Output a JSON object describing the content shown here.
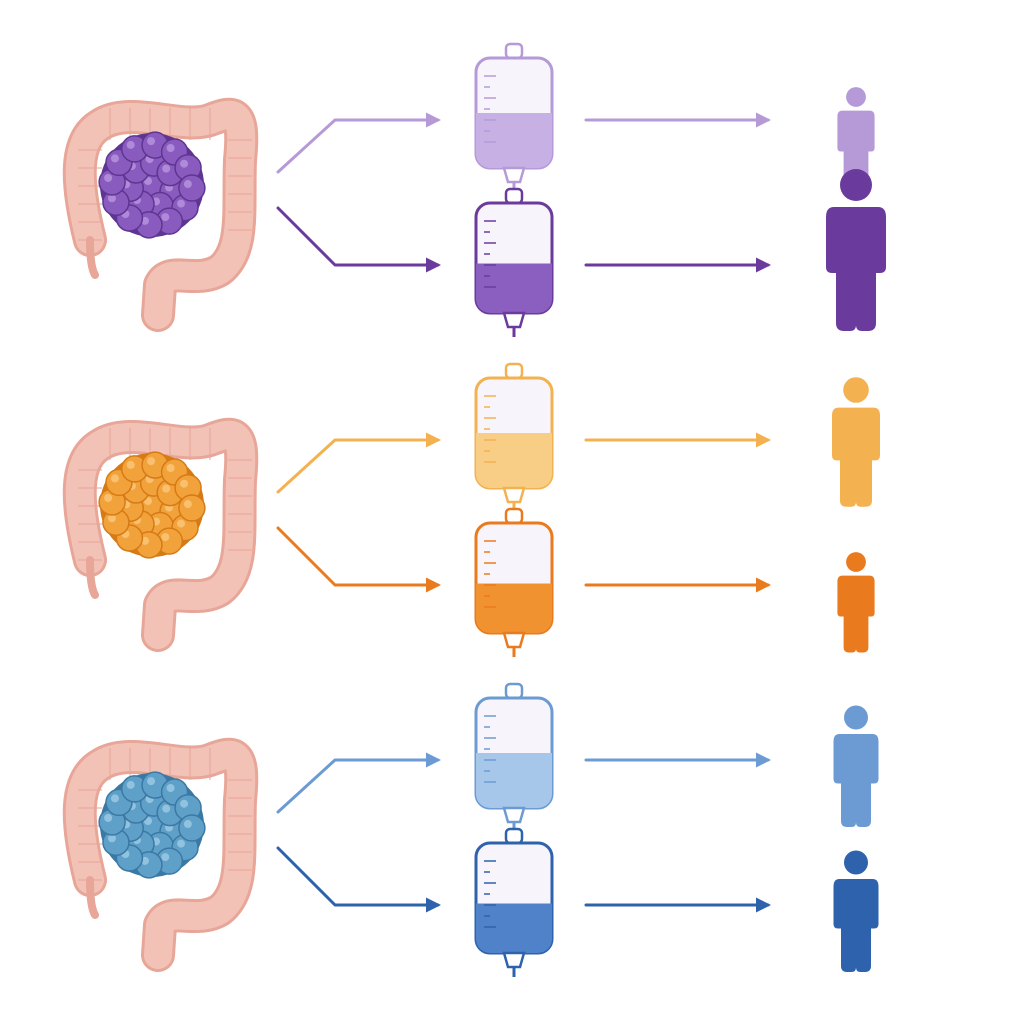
{
  "diagram": {
    "groups": [
      {
        "id": "purple",
        "tumor_color": "#8a5bbf",
        "tumor_highlight": "#b28fdb",
        "tumor_shadow": "#5e3590",
        "branches": [
          {
            "shade": "light",
            "color": "#b69ad8",
            "bag_fill": "#c7b1e4",
            "fill_level": 0.5,
            "person_scale": 0.62
          },
          {
            "shade": "dark",
            "color": "#6a3b9c",
            "bag_fill": "#8a5fc0",
            "fill_level": 0.45,
            "person_scale": 1.0
          }
        ]
      },
      {
        "id": "orange",
        "tumor_color": "#f2a23a",
        "tumor_highlight": "#f9c476",
        "tumor_shadow": "#d67a16",
        "branches": [
          {
            "shade": "light",
            "color": "#f4b150",
            "bag_fill": "#f8cd86",
            "fill_level": 0.5,
            "person_scale": 0.8
          },
          {
            "shade": "dark",
            "color": "#ea7a1e",
            "bag_fill": "#f0922f",
            "fill_level": 0.45,
            "person_scale": 0.62
          }
        ]
      },
      {
        "id": "blue",
        "tumor_color": "#5fa0c8",
        "tumor_highlight": "#97c6e2",
        "tumor_shadow": "#3b78a3",
        "branches": [
          {
            "shade": "light",
            "color": "#6b9bd2",
            "bag_fill": "#a6c6ea",
            "fill_level": 0.5,
            "person_scale": 0.75
          },
          {
            "shade": "dark",
            "color": "#2f62ad",
            "bag_fill": "#4f82c9",
            "fill_level": 0.45,
            "person_scale": 0.75
          }
        ]
      }
    ],
    "colon_color": "#f3c2b7",
    "colon_outline": "#e7a697",
    "person_color_override_light": "#5b8fd0"
  }
}
